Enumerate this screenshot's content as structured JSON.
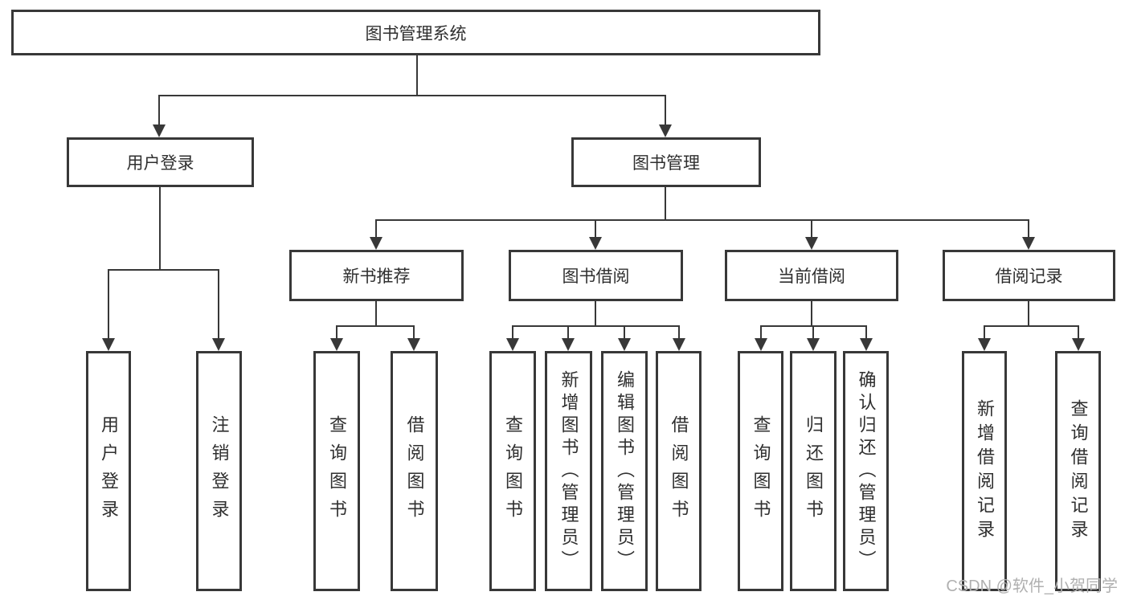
{
  "tree": {
    "root": {
      "label": "图书管理系统",
      "children": [
        {
          "label": "用户登录",
          "children": [
            {
              "label": "用户登录"
            },
            {
              "label": "注销登录"
            }
          ]
        },
        {
          "label": "图书管理",
          "children": [
            {
              "label": "新书推荐",
              "children": [
                {
                  "label": "查询图书"
                },
                {
                  "label": "借阅图书"
                }
              ]
            },
            {
              "label": "图书借阅",
              "children": [
                {
                  "label": "查询图书"
                },
                {
                  "label": "新增图书（管理员）"
                },
                {
                  "label": "编辑图书（管理员）"
                },
                {
                  "label": "借阅图书"
                }
              ]
            },
            {
              "label": "当前借阅",
              "children": [
                {
                  "label": "查询图书"
                },
                {
                  "label": "归还图书"
                },
                {
                  "label": "确认归还（管理员）"
                }
              ]
            },
            {
              "label": "借阅记录",
              "children": [
                {
                  "label": "新增借阅记录"
                },
                {
                  "label": "查询借阅记录"
                }
              ]
            }
          ]
        }
      ]
    }
  },
  "watermark": {
    "text": "CSDN @软件_小贺同学"
  },
  "colors": {
    "line": "#383838",
    "text": "#2f2f2f",
    "background": "#ffffff",
    "watermark": "#b0b0b0"
  }
}
